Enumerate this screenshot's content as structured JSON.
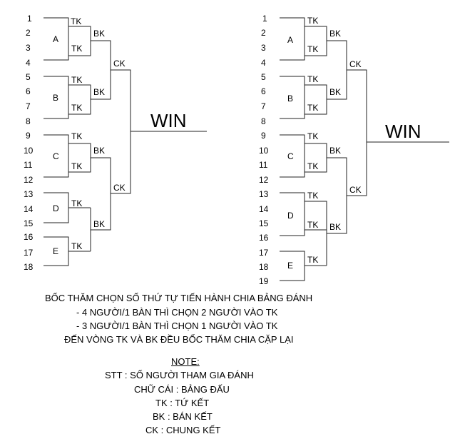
{
  "brackets": [
    {
      "numbers": [
        "1",
        "2",
        "3",
        "4",
        "5",
        "6",
        "7",
        "8",
        "9",
        "10",
        "11",
        "12",
        "13",
        "14",
        "15",
        "16",
        "17",
        "18"
      ],
      "groups": [
        "A",
        "B",
        "C",
        "D",
        "E"
      ],
      "tk_label": "TK",
      "bk_label": "BK",
      "ck_label": "CK",
      "win_label": "WIN"
    },
    {
      "numbers": [
        "1",
        "2",
        "3",
        "4",
        "5",
        "6",
        "7",
        "8",
        "9",
        "10",
        "11",
        "12",
        "13",
        "14",
        "15",
        "16",
        "17",
        "18",
        "19"
      ],
      "groups": [
        "A",
        "B",
        "C",
        "D",
        "E"
      ],
      "tk_label": "TK",
      "bk_label": "BK",
      "ck_label": "CK",
      "win_label": "WIN"
    }
  ],
  "instructions": [
    "BỐC THĂM CHỌN SỐ THỨ TỰ TIẾN HÀNH CHIA BẢNG ĐÁNH",
    "- 4 NGƯỜI/1 BÀN THÌ CHỌN 2 NGƯỜI VÀO TK",
    "- 3 NGƯỜI/1 BÀN THÌ CHỌN 1 NGƯỜI VÀO TK",
    "ĐẾN VÒNG TK VÀ BK ĐỀU BỐC THĂM CHIA CẶP LẠI"
  ],
  "note": {
    "title": "NOTE:",
    "lines": [
      "STT : SỐ NGƯỜI THAM GIA ĐÁNH",
      "CHỮ CÁI : BẢNG ĐẤU",
      "TK : TỨ KẾT",
      "BK : BÁN KẾT",
      "CK : CHUNG KẾT"
    ]
  }
}
